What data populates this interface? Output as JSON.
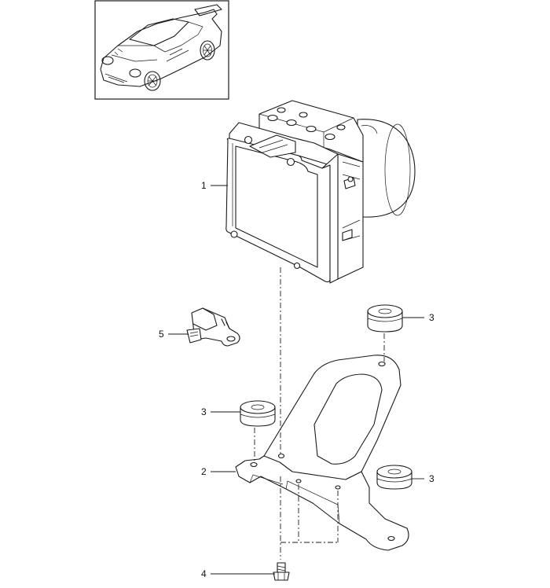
{
  "callouts": {
    "c1": "1",
    "c2": "2",
    "c3a": "3",
    "c3b": "3",
    "c3c": "3",
    "c4": "4",
    "c5": "5"
  },
  "colors": {
    "line": "#1a1a1a",
    "background": "#ffffff"
  }
}
